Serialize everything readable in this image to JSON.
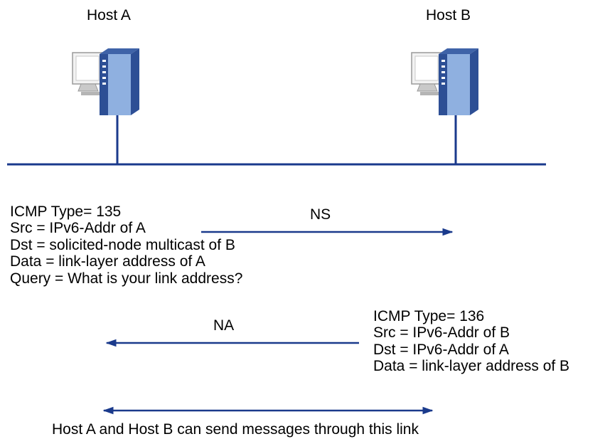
{
  "hosts": {
    "a": {
      "label": "Host A",
      "icon": "computer-server-icon"
    },
    "b": {
      "label": "Host B",
      "icon": "computer-server-icon"
    }
  },
  "ns": {
    "label": "NS",
    "lines": [
      "ICMP Type= 135",
      "Src = IPv6-Addr of A",
      "Dst = solicited-node multicast of B",
      "Data = link-layer address of A",
      "Query = What is your link address?"
    ]
  },
  "na": {
    "label": "NA",
    "lines": [
      "ICMP Type= 136",
      "Src = IPv6-Addr of B",
      "Dst = IPv6-Addr of A",
      "Data = link-layer address of B"
    ]
  },
  "link": {
    "caption": "Host A and Host B can send messages through this link"
  },
  "colors": {
    "line": "#1a3a8c",
    "server_dark": "#2d4f95",
    "server_light": "#8fb0e0"
  }
}
